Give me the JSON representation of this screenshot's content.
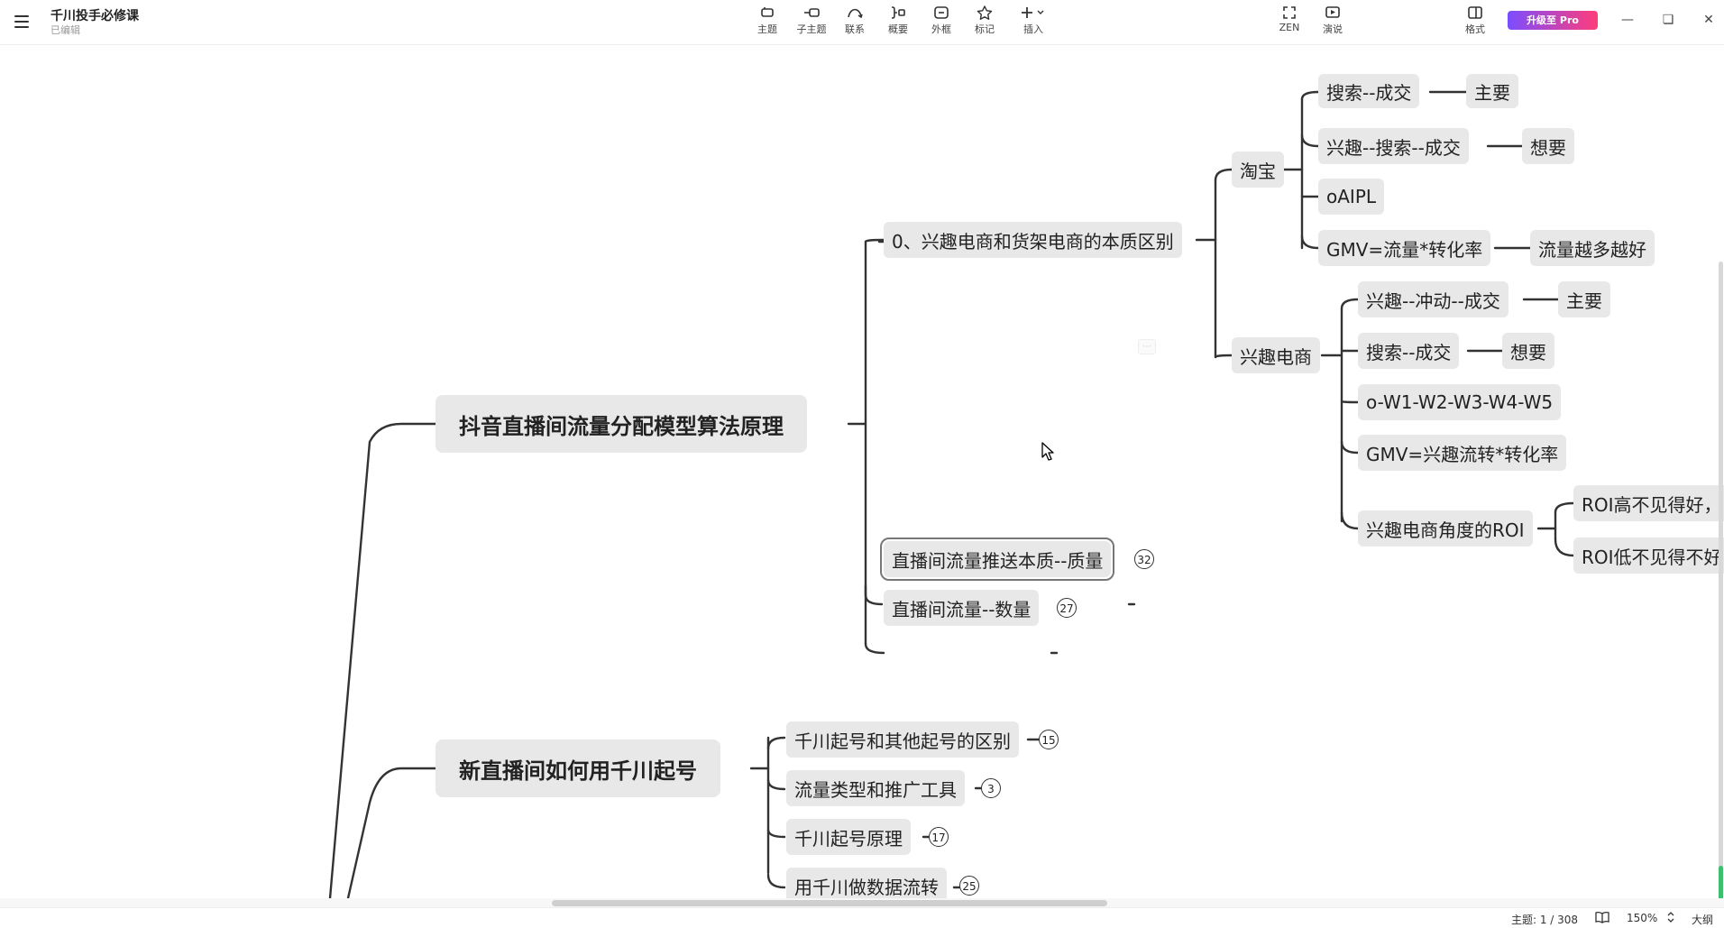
{
  "app": {
    "doc_title": "千川投手必修课",
    "doc_status": "已编辑",
    "upgrade_label": "升级至 Pro"
  },
  "toolbar": [
    {
      "key": "topic",
      "label": "主题",
      "icon": "topic-icon"
    },
    {
      "key": "subtopic",
      "label": "子主题",
      "icon": "subtopic-icon"
    },
    {
      "key": "relation",
      "label": "联系",
      "icon": "relation-icon"
    },
    {
      "key": "summary",
      "label": "概要",
      "icon": "summary-icon"
    },
    {
      "key": "boundary",
      "label": "外框",
      "icon": "boundary-icon"
    },
    {
      "key": "marker",
      "label": "标记",
      "icon": "star-icon"
    },
    {
      "key": "insert",
      "label": "插入",
      "icon": "plus-icon"
    }
  ],
  "right_tools": [
    {
      "key": "zen",
      "label": "ZEN",
      "icon": "fullscreen-icon"
    },
    {
      "key": "present",
      "label": "演说",
      "icon": "play-icon"
    },
    {
      "key": "format",
      "label": "格式",
      "icon": "panel-icon"
    }
  ],
  "mindmap": {
    "main1": "抖音直播间流量分配模型算法原理",
    "main2": "新直播间如何用千川起号",
    "b1": "0、兴趣电商和货架电商的本质区别",
    "b2": "直播间流量推送本质--质量",
    "b2_count": "32",
    "b3": "直播间流量--数量",
    "b3_count": "27",
    "taobao": "淘宝",
    "xingqu": "兴趣电商",
    "tb1": "搜索--成交",
    "tb1_tag": "主要",
    "tb2": "兴趣--搜索--成交",
    "tb2_tag": "想要",
    "tb3": "oAIPL",
    "tb4": "GMV=流量*转化率",
    "tb4_tag": "流量越多越好",
    "xq1": "兴趣--冲动--成交",
    "xq1_tag": "主要",
    "xq2": "搜索--成交",
    "xq2_tag": "想要",
    "xq3": "o-W1-W2-W3-W4-W5",
    "xq4": "GMV=兴趣流转*转化率",
    "xq5": "兴趣电商角度的ROI",
    "roi1": "ROI高不见得好，",
    "roi2": "ROI低不见得不好",
    "c1": "千川起号和其他起号的区别",
    "c1_count": "15",
    "c2": "流量类型和推广工具",
    "c2_count": "3",
    "c3": "千川起号原理",
    "c3_count": "17",
    "c4": "用千川做数据流转",
    "c4_count": "25"
  },
  "status": {
    "topic_count": "主题: 1 / 308",
    "zoom": "150%",
    "outline": "大纲"
  }
}
